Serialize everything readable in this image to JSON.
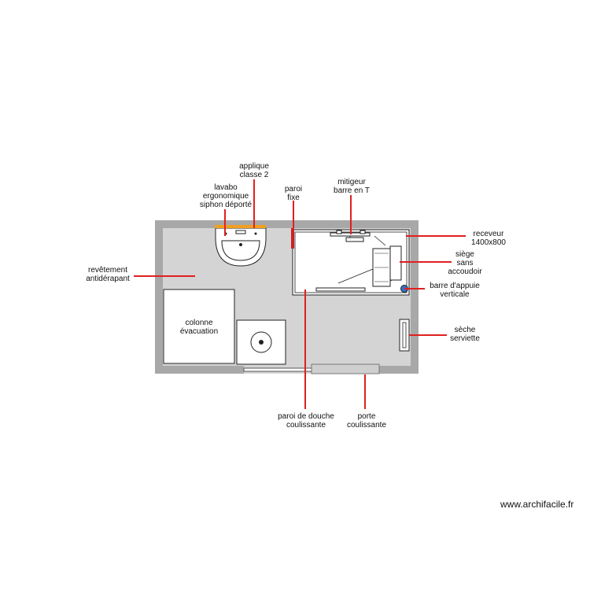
{
  "colors": {
    "wall": "#a8a8a8",
    "floor": "#d4d4d4",
    "fixture_fill": "#ffffff",
    "fixture_stroke": "#222222",
    "leader": "#e02020",
    "accent_orange": "#f0a020",
    "grab_bar_blue": "#3a6fc4"
  },
  "labels": {
    "applique": "applique\nclasse 2",
    "lavabo": "lavabo\nergonomique\nsiphon déporté",
    "paroi_fixe": "paroi\nfixe",
    "mitigeur": "mitigeur\nbarre en T",
    "receveur": "receveur\n1400x800",
    "siege": "siège\nsans\naccoudoir",
    "barre": "barre d'appuie\nverticale",
    "revetement": "revêtement\nantidérapant",
    "colonne": "colonne\névacuation",
    "seche": "sèche\nserviette",
    "paroi_douche": "paroi de douche\ncoulissante",
    "porte": "porte\ncoulissante"
  },
  "watermark": "www.archifacile.fr"
}
